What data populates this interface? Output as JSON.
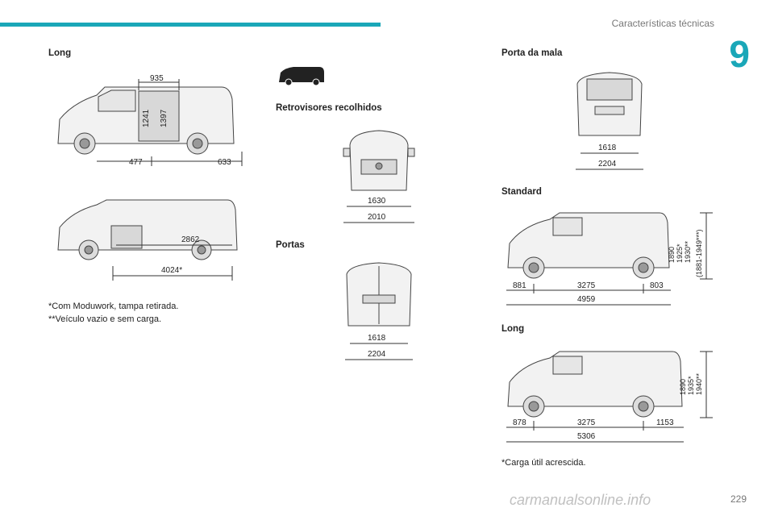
{
  "header": {
    "title": "Características técnicas",
    "chapter": "9",
    "page": "229"
  },
  "left": {
    "label": "Long",
    "van1": {
      "d1": "935",
      "d2": "1241",
      "d3": "1397",
      "d4": "477",
      "d5": "633"
    },
    "van2": {
      "d1": "2862",
      "d2": "4024*"
    },
    "notes": [
      "*Com Moduwork, tampa retirada.",
      "**Veículo vazio e sem carga."
    ]
  },
  "middle": {
    "mirrors_label": "Retrovisores recolhidos",
    "mirrors": {
      "d1": "1630",
      "d2": "2010"
    },
    "doors_label": "Portas",
    "doors": {
      "d1": "1618",
      "d2": "2204"
    }
  },
  "right": {
    "tailgate_label": "Porta da mala",
    "tailgate": {
      "d1": "1618",
      "d2": "2204"
    },
    "standard_label": "Standard",
    "standard": {
      "h1": "1890",
      "h2": "1925*",
      "h3": "1930**",
      "h4": "(1881-1949***)",
      "a": "881",
      "b": "3275",
      "c": "803",
      "total": "4959"
    },
    "long_label": "Long",
    "long": {
      "h1": "1890",
      "h2": "1935*",
      "h3": "1940**",
      "a": "878",
      "b": "3275",
      "c": "1153",
      "total": "5306"
    },
    "note": "*Carga útil acrescida."
  },
  "watermark": "carmanualsonline.info"
}
